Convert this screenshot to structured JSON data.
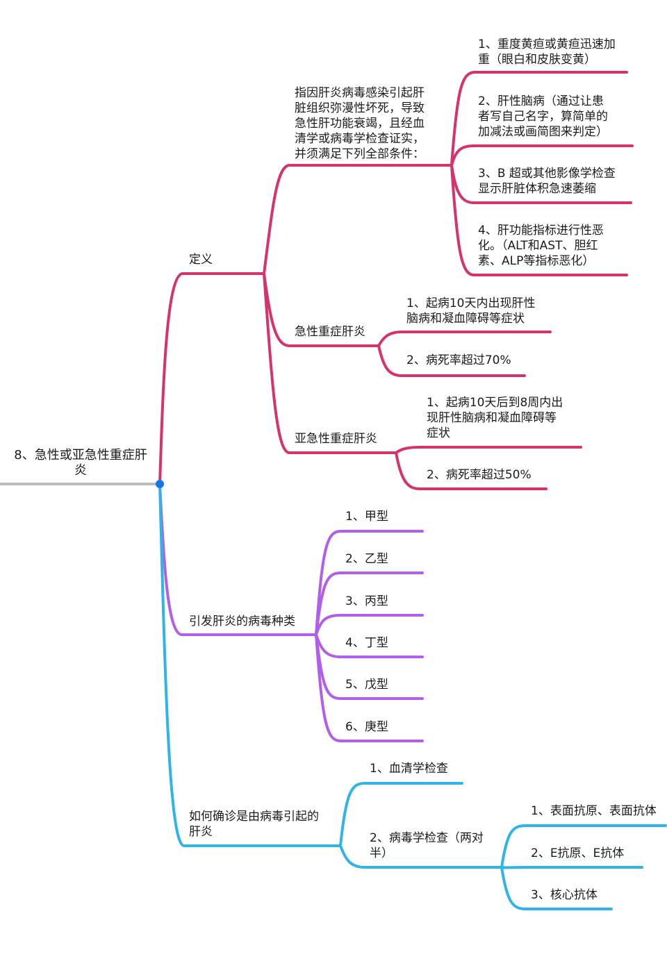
{
  "root": {
    "label": "8、急性或亚急性重症肝\n炎"
  },
  "branches": {
    "definition": {
      "label": "定义",
      "intro": {
        "label": "指因肝炎病毒感染引起肝\n脏组织弥漫性坏死，导致\n急性肝功能衰竭，且经血\n清学或病毒学检查证实，\n并须满足下列全部条件：",
        "items": [
          "1、重度黄疸或黄疸迅速加\n重（眼白和皮肤变黄）",
          "2、肝性脑病（通过让患\n者写自己名字，算简单的\n加减法或画简图来判定）",
          "3、B 超或其他影像学检查\n显示肝脏体积急速萎缩",
          "4、肝功能指标进行性恶\n化。（ALT和AST、胆红\n素、ALP等指标恶化）"
        ]
      },
      "acute": {
        "label": "急性重症肝炎",
        "items": [
          "1、起病10天内出现肝性\n脑病和凝血障碍等症状",
          "2、病死率超过70%"
        ]
      },
      "subacute": {
        "label": "亚急性重症肝炎",
        "items": [
          "1、起病10天后到8周内出\n现肝性脑病和凝血障碍等\n症状",
          "2、病死率超过50%"
        ]
      }
    },
    "virus_types": {
      "label": "引发肝炎的病毒种类",
      "items": [
        "1、甲型",
        "2、乙型",
        "3、丙型",
        "4、丁型",
        "5、戊型",
        "6、庚型"
      ]
    },
    "diagnosis": {
      "label": "如何确诊是由病毒引起的\n肝炎",
      "serology": "1、血清学检查",
      "virology": {
        "label": "2、病毒学检查（两对\n半）",
        "items": [
          "1、表面抗原、表面抗体",
          "2、E抗原、E抗体",
          "3、核心抗体"
        ]
      }
    }
  },
  "colors": {
    "root_line": "#bdbdbd",
    "root_dot": "#1677e8",
    "definition": "#d6336c",
    "virus_types": "#b25ee8",
    "diagnosis": "#2fb4e8"
  }
}
